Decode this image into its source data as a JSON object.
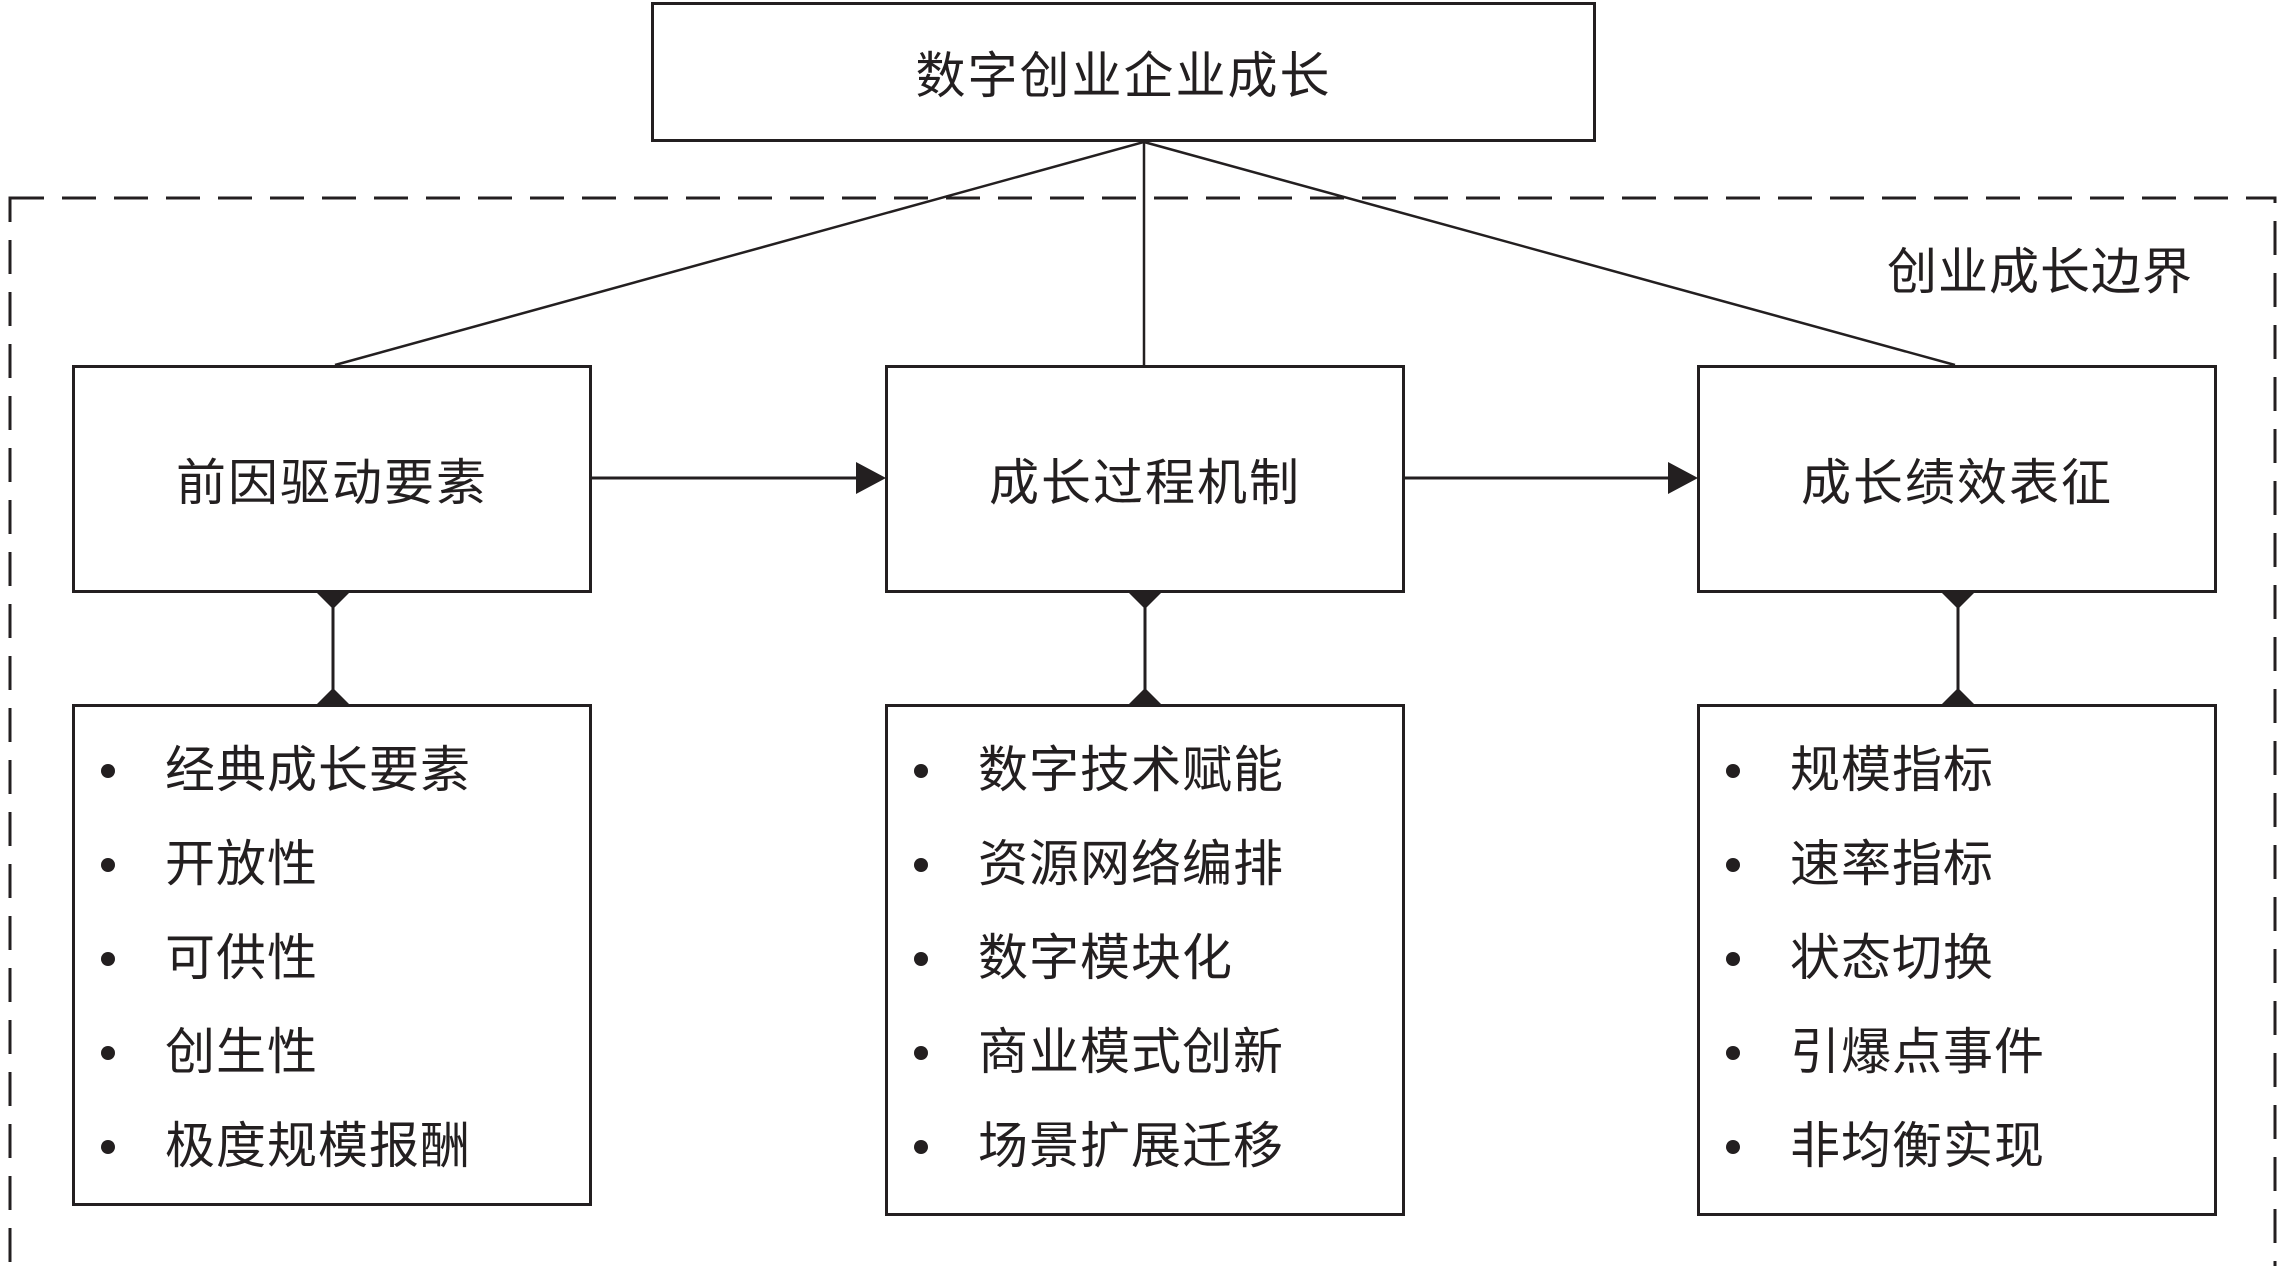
{
  "title": "数字创业企业成长",
  "boundary_label": "创业成长边界",
  "stages": [
    {
      "label": "前因驱动要素",
      "items": [
        "经典成长要素",
        "开放性",
        "可供性",
        "创生性",
        "极度规模报酬"
      ]
    },
    {
      "label": "成长过程机制",
      "items": [
        "数字技术赋能",
        "资源网络编排",
        "数字模块化",
        "商业模式创新",
        "场景扩展迁移"
      ]
    },
    {
      "label": "成长绩效表征",
      "items": [
        "规模指标",
        "速率指标",
        "状态切换",
        "引爆点事件",
        "非均衡实现"
      ]
    }
  ]
}
